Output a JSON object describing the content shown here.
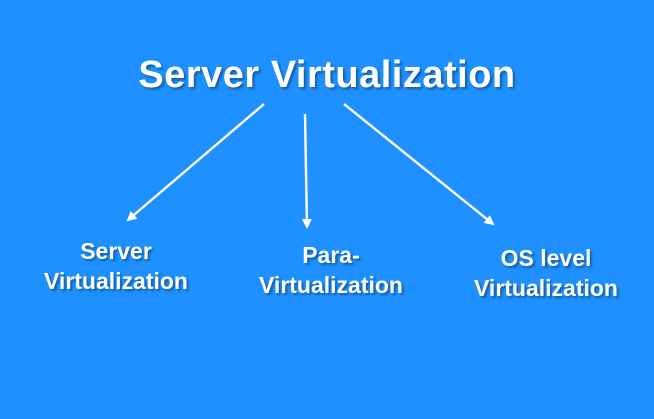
{
  "diagram": {
    "title": "Server Virtualization",
    "children": [
      {
        "line1": "Server",
        "line2": "Virtualization"
      },
      {
        "line1": "Para-",
        "line2": "Virtualization"
      },
      {
        "line1": "OS level",
        "line2": "Virtualization"
      }
    ]
  },
  "colors": {
    "background": "#1e90ff",
    "text": "#ffffff",
    "arrow": "#ffffff"
  }
}
